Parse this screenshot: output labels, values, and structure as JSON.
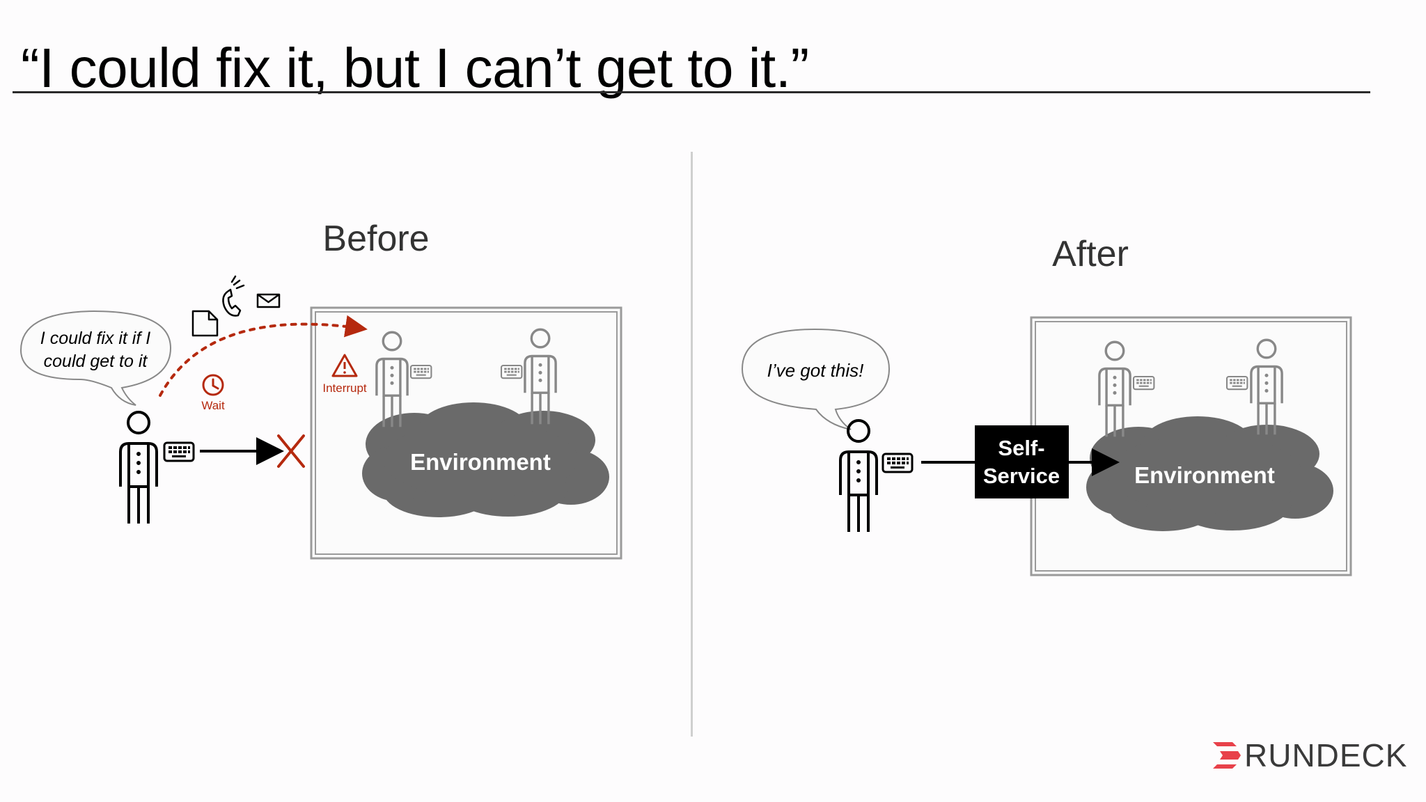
{
  "slide": {
    "title": "“I could fix it, but I can’t get to it.”"
  },
  "before": {
    "heading": "Before",
    "speech": [
      "I could fix it if I",
      "could get to it"
    ],
    "wait_label": "Wait",
    "interrupt_label": "Interrupt",
    "environment_label": "Environment"
  },
  "after": {
    "heading": "After",
    "speech": "I’ve got this!",
    "self_service": [
      "Self-",
      "Service"
    ],
    "environment_label": "Environment"
  },
  "logo": {
    "text": "RUNDECK"
  },
  "colors": {
    "accent_red": "#b5290e",
    "cloud": "#6a6a6a",
    "logo_red": "#e8414a",
    "logo_text": "#3a3a3a"
  }
}
